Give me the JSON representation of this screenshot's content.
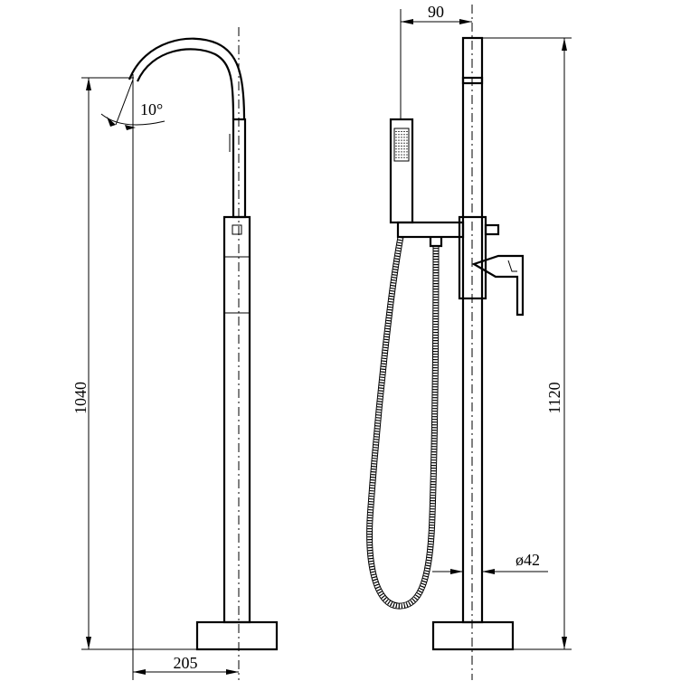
{
  "dimensions": {
    "spout_reach": "205",
    "installed_height": "1040",
    "spout_angle": "10°",
    "handset_offset": "90",
    "total_height": "1120",
    "pipe_diameter": "ø42"
  },
  "colors": {
    "line": "#000000",
    "background": "#ffffff"
  }
}
